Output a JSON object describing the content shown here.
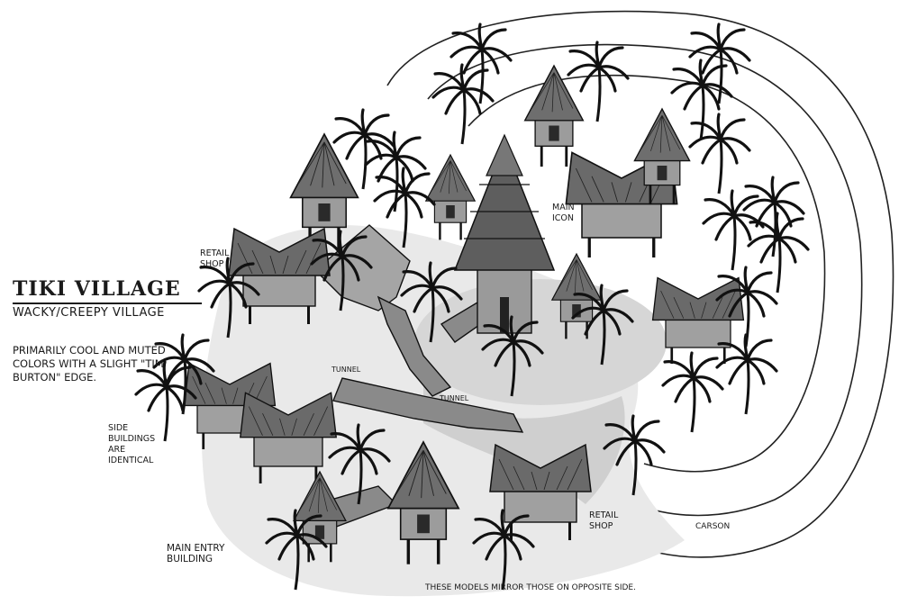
{
  "title": "TIKI VILLAGE",
  "subtitle": "WACKY/CREEPY VILLAGE",
  "description": "PRIMARILY COOL AND MUTED COLORS WITH A SLIGHT \"TIM BURTON\" EDGE.",
  "annotations": {
    "retail_shop_left": "RETAIL SHOP",
    "retail_shop_right": "RETAIL SHOP",
    "main_icon": "MAIN ICON",
    "tunnel_left": "TUNNEL",
    "tunnel_center": "TUNNEL",
    "side_buildings": "SIDE BUILDINGS ARE IDENTICAL",
    "main_entry": "MAIN ENTRY BUILDING",
    "mirror_note": "THESE MODELS MIRROR THOSE ON OPPOSITE SIDE.",
    "signature": "CARSON"
  }
}
